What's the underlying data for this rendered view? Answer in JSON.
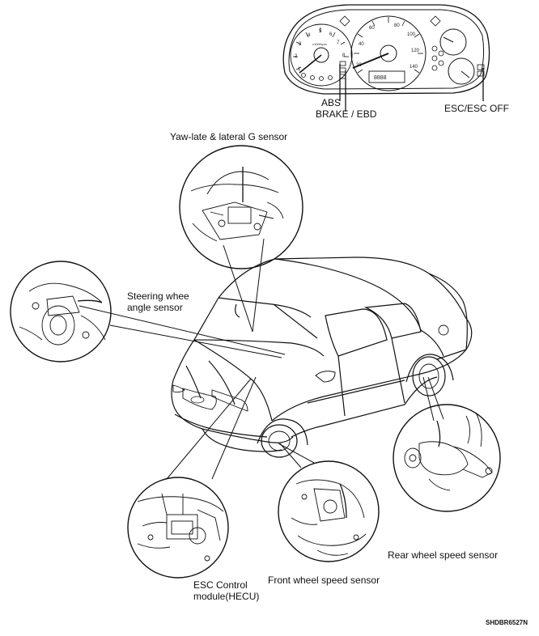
{
  "labels": {
    "abs": "ABS",
    "brake_ebd": "BRAKE / EBD",
    "esc_off": "ESC/ESC OFF",
    "yaw_sensor": "Yaw-late & lateral G sensor",
    "steering_line1": "Steering whee",
    "steering_line2": "angle sensor",
    "esc_module_line1": "ESC Control",
    "esc_module_line2": "module(HECU)",
    "front_wheel": "Front wheel speed sensor",
    "rear_wheel": "Rear wheel speed sensor"
  },
  "figure_code": "SHDBR6527N",
  "gauges": {
    "tach_ticks": [
      "1",
      "2",
      "3",
      "4",
      "5",
      "6",
      "7",
      "8"
    ],
    "speed_ticks": [
      "20",
      "40",
      "60",
      "80",
      "100",
      "120",
      "140"
    ],
    "tach_unit": "x1000rpm",
    "odometer": "8888"
  },
  "colors": {
    "ink": "#111111",
    "paper": "#ffffff"
  }
}
